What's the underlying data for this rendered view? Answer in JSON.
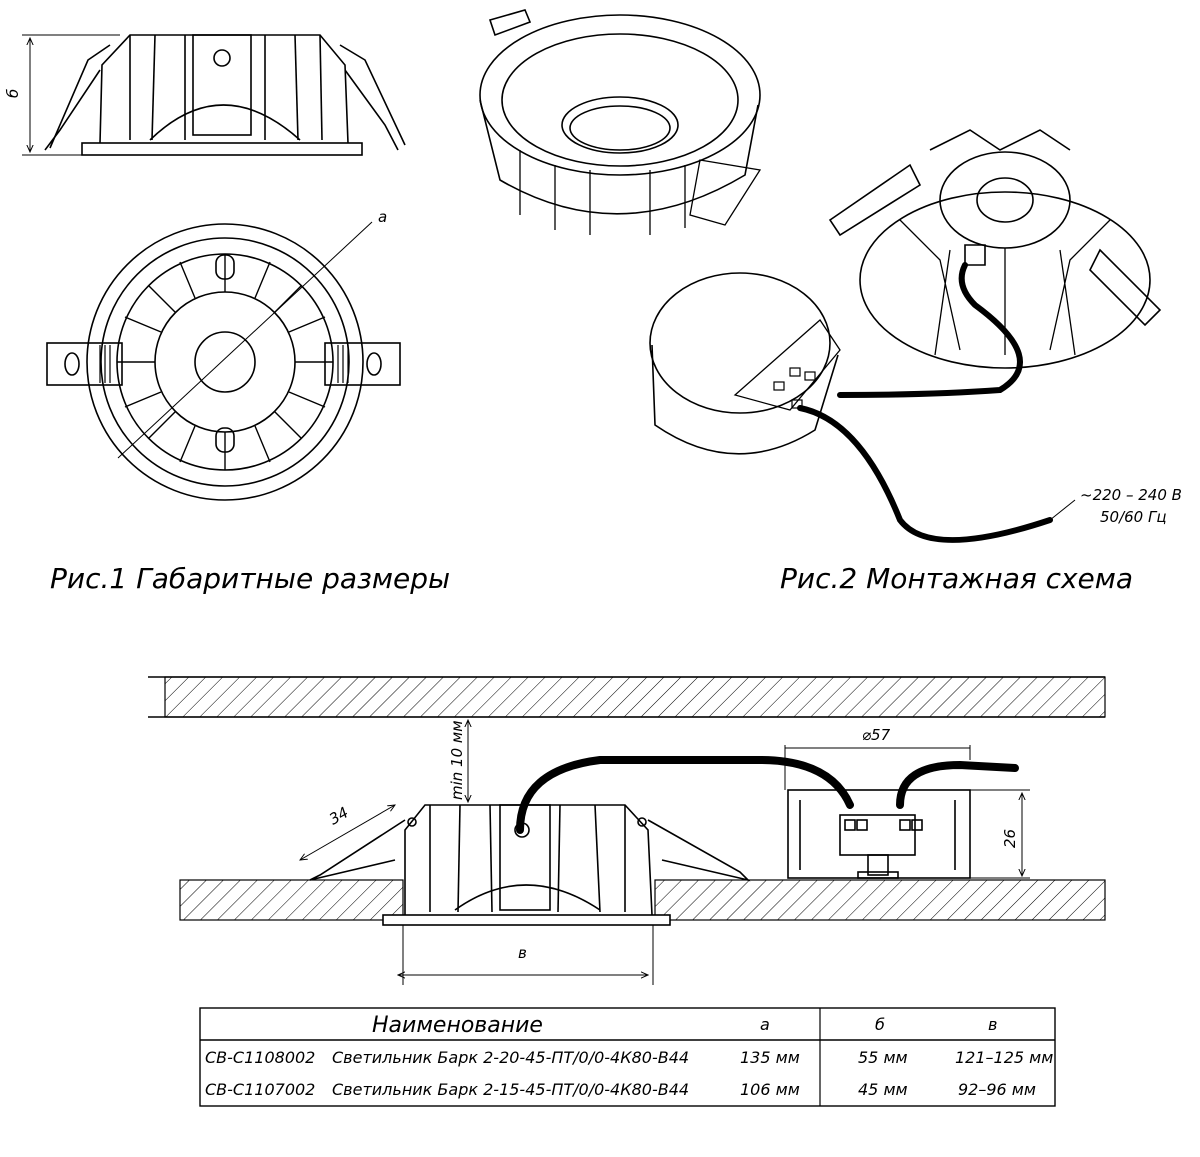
{
  "figures": {
    "fig1_caption": "Рис.1 Габаритные размеры",
    "fig2_caption": "Рис.2 Монтажная схема"
  },
  "dimensions": {
    "a": "а",
    "b": "б",
    "v": "в",
    "clip_width": "34",
    "diameter": "⌀57",
    "driver_height": "26",
    "ceiling_gap": "min 10 мм"
  },
  "power": {
    "voltage": "~220 – 240 В",
    "frequency": "50/60 Гц"
  },
  "table": {
    "header": {
      "name": "Наименование",
      "col_a": "а",
      "col_b": "б",
      "col_v": "в"
    },
    "rows": [
      {
        "code": "СВ-С1108002",
        "name": "Светильник Барк 2-20-45-ПТ/0/0-4К80-В44",
        "a": "135 мм",
        "b": "55 мм",
        "v": "121–125 мм"
      },
      {
        "code": "СВ-С1107002",
        "name": "Светильник Барк 2-15-45-ПТ/0/0-4К80-В44",
        "a": "106 мм",
        "b": "45 мм",
        "v": "92–96 мм"
      }
    ]
  }
}
